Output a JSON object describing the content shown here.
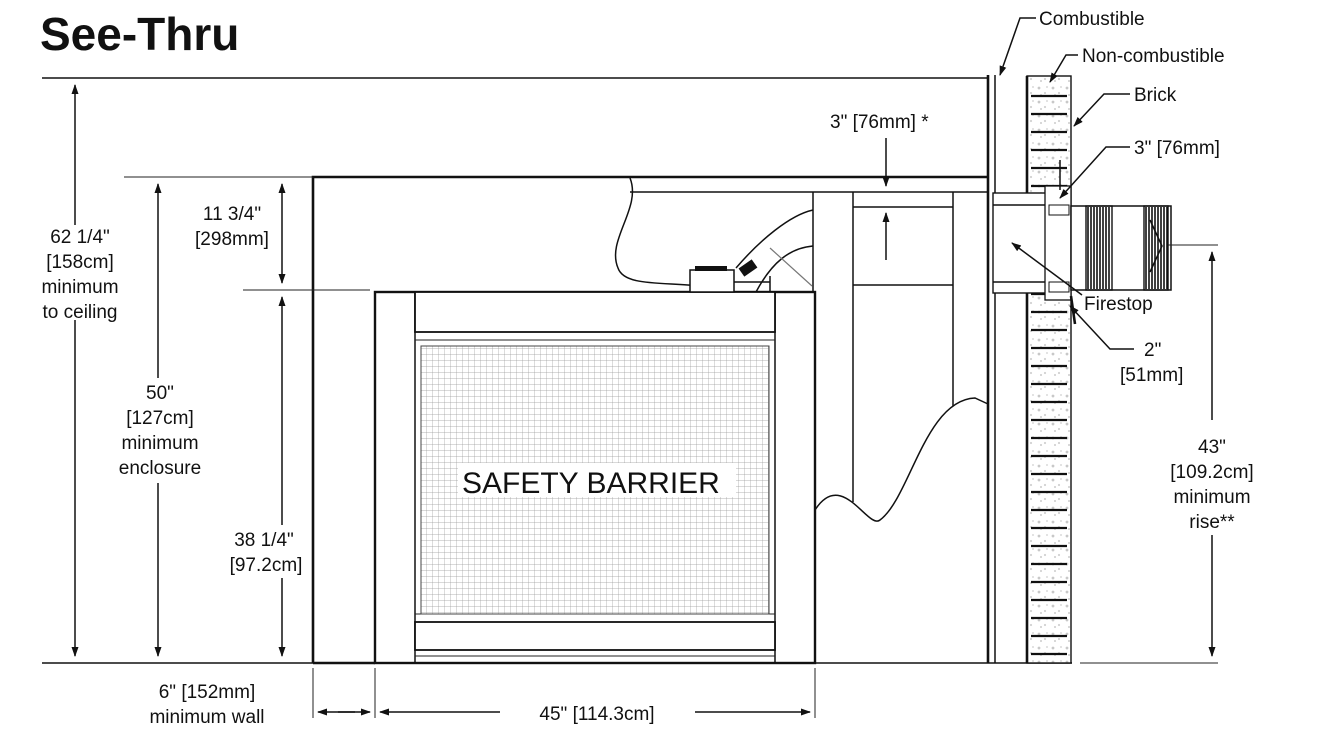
{
  "title": "See-Thru",
  "labels": {
    "combustible": "Combustible",
    "non_combustible": "Non-combustible",
    "brick": "Brick",
    "clearance_top": "3\" [76mm] *",
    "clearance_side": "3\" [76mm]",
    "firestop": "Firestop",
    "gap_in": "2\"",
    "gap_mm": "[51mm]",
    "rise_in": "43\"",
    "rise_cm": "[109.2cm]",
    "rise_l3": "minimum",
    "rise_l4": "rise**",
    "ceiling_in": "62 1/4\"",
    "ceiling_cm": "[158cm]",
    "ceiling_l3": "minimum",
    "ceiling_l4": "to ceiling",
    "enclosure_in": "50\"",
    "enclosure_cm": "[127cm]",
    "enclosure_l3": "minimum",
    "enclosure_l4": "enclosure",
    "header_in": "11 3/4\"",
    "header_mm": "[298mm]",
    "unit_in": "38 1/4\"",
    "unit_cm": "[97.2cm]",
    "wall_l1": "6\" [152mm]",
    "wall_l2": "minimum wall",
    "width": "45\" [114.3cm]",
    "barrier": "SAFETY BARRIER"
  }
}
